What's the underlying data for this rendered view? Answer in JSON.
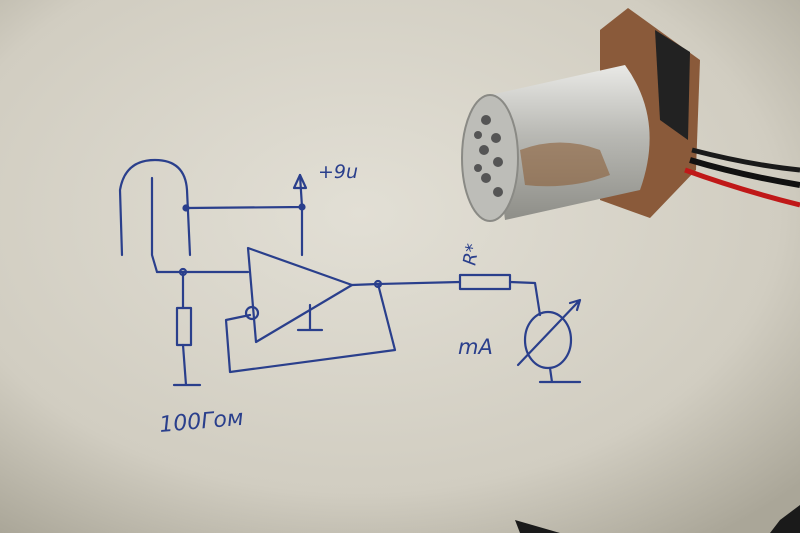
{
  "labels": {
    "supply": "+9u",
    "resistor_out": "R*",
    "meter": "mA",
    "resistor_in": "100Гом"
  },
  "colors": {
    "paper": "#d6d2c6",
    "ink": "#2a3f8c",
    "metal": "#c9c9c4",
    "pcb": "#8a5a3a"
  }
}
